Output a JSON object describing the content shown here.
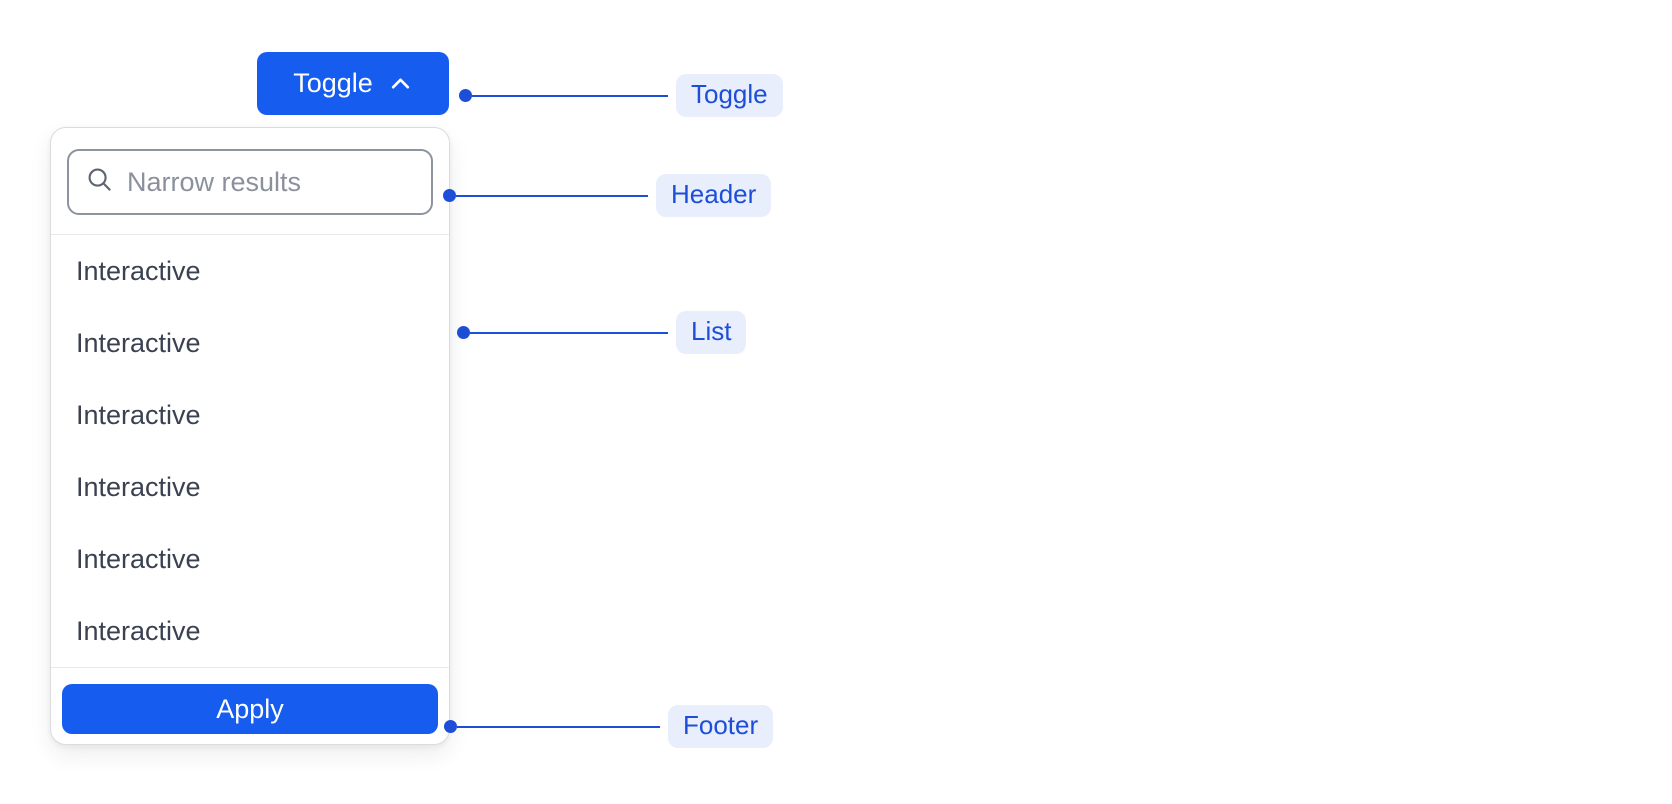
{
  "toggle_button": {
    "label": "Toggle",
    "icon": "chevron-up-icon"
  },
  "dropdown": {
    "header": {
      "search_placeholder": "Narrow results",
      "search_value": "",
      "search_icon": "magnifier-icon"
    },
    "list": {
      "items": [
        "Interactive",
        "Interactive",
        "Interactive",
        "Interactive",
        "Interactive",
        "Interactive"
      ]
    },
    "footer": {
      "apply_label": "Apply"
    }
  },
  "annotations": {
    "toggle": "Toggle",
    "header": "Header",
    "list": "List",
    "footer": "Footer"
  },
  "colors": {
    "primary_blue": "#155cef",
    "annotation_blue": "#1d4ed8",
    "annotation_pill_bg": "#e8eefc",
    "list_text": "#3a4150",
    "placeholder_text": "#8a919d",
    "input_border": "#8d939f",
    "panel_border": "#dcdce0",
    "divider": "#e9e9ec",
    "canvas_bg": "#ffffff"
  }
}
